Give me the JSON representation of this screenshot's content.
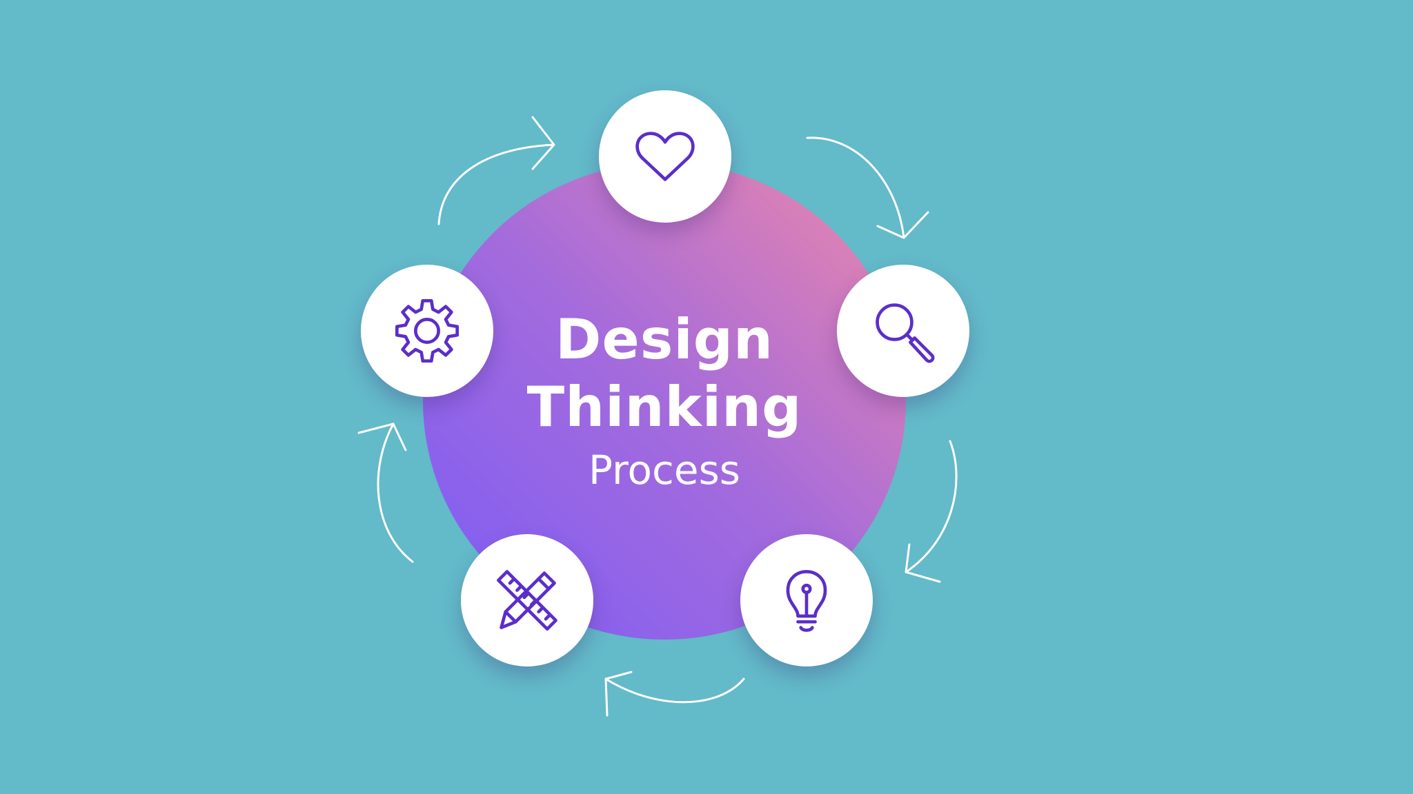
{
  "title": {
    "line1": "Design",
    "line2": "Thinking",
    "line3": "Process"
  },
  "colors": {
    "background": "#63bac9",
    "gradient_start": "#7c5cf6",
    "gradient_end": "#ee88a8",
    "icon_stroke": "#5b2ec9",
    "node_fill": "#ffffff",
    "arrow_stroke": "#ffffff"
  },
  "nodes": [
    {
      "icon": "heart-icon"
    },
    {
      "icon": "magnifier-icon"
    },
    {
      "icon": "lightbulb-icon"
    },
    {
      "icon": "pencil-ruler-icon"
    },
    {
      "icon": "gear-icon"
    }
  ]
}
